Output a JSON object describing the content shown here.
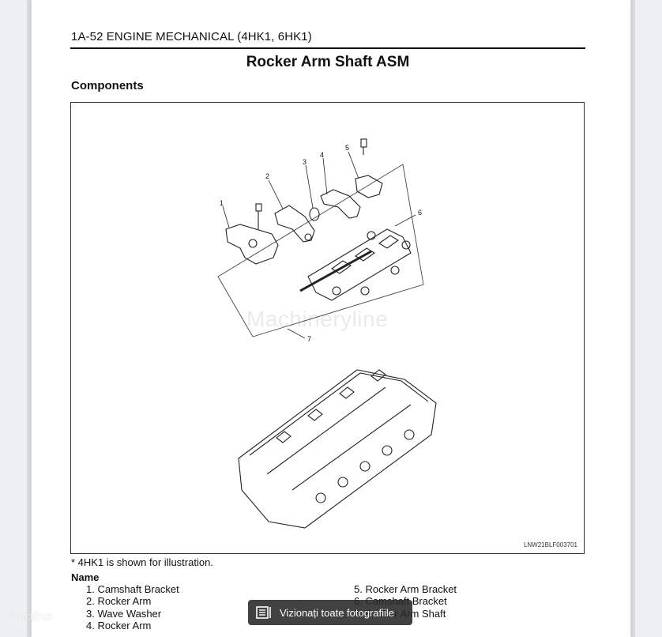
{
  "header": {
    "page_ref": "1A-52  ENGINE MECHANICAL (4HK1, 6HK1)"
  },
  "title": "Rocker Arm Shaft ASM",
  "section": "Components",
  "figure": {
    "callouts": [
      "1",
      "2",
      "3",
      "4",
      "5",
      "6",
      "7"
    ],
    "code": "LNW21BLF003701",
    "watermark": "Machineryline"
  },
  "note": "* 4HK1 is shown for illustration.",
  "names": {
    "heading": "Name",
    "left": [
      "1.  Camshaft Bracket",
      "2.  Rocker Arm",
      "3.  Wave Washer",
      "4.  Rocker Arm"
    ],
    "right": [
      "5.  Rocker Arm Bracket",
      "6.  Camshaft Bracket",
      "7.  Rocker Arm Shaft"
    ]
  },
  "overlay": {
    "label": "Vizionați toate fotografiile",
    "icon": "gallery-icon"
  },
  "brand_watermark": "Autoline"
}
